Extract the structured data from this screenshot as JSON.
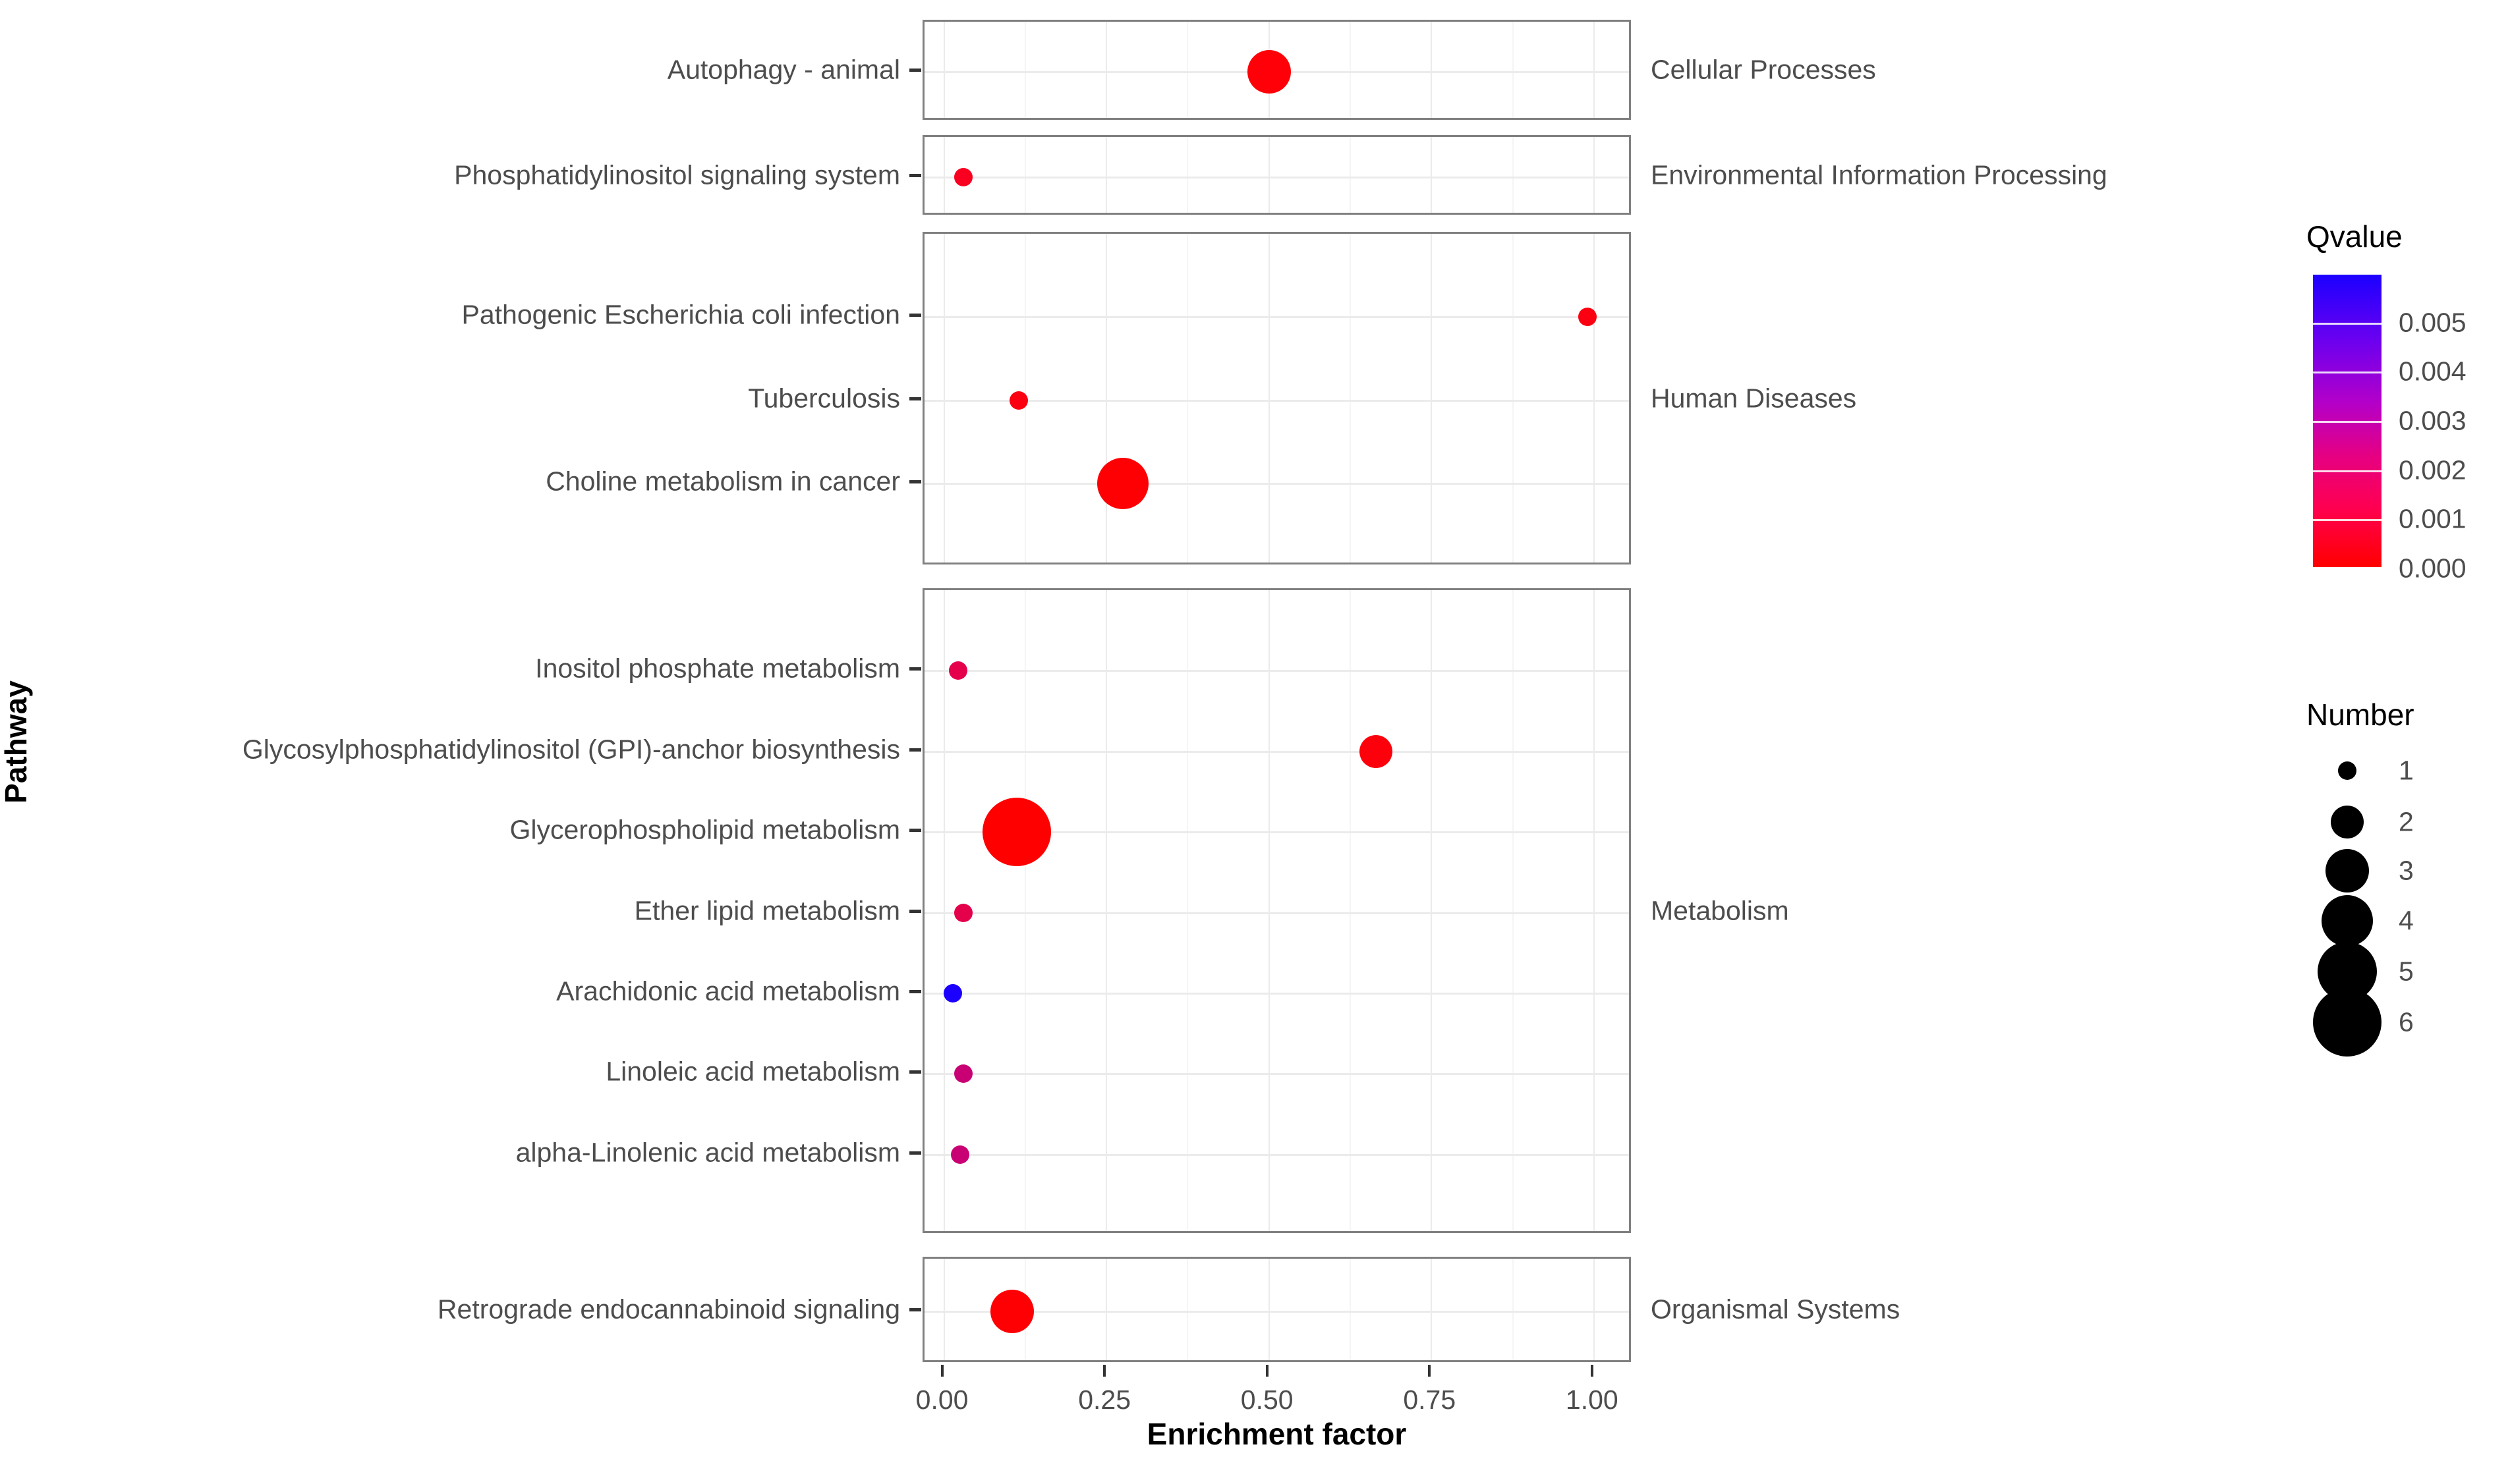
{
  "chart_data": {
    "type": "scatter",
    "title": "",
    "xlabel": "Enrichment factor",
    "ylabel": "Pathway",
    "xlim": [
      -0.03,
      1.06
    ],
    "xticks": [
      0.0,
      0.25,
      0.5,
      0.75,
      1.0
    ],
    "xticklabels": [
      "0.00",
      "0.25",
      "0.50",
      "0.75",
      "1.00"
    ],
    "grid": true,
    "legend_position": "right",
    "facet_variable": "KEGG class",
    "facets": [
      {
        "label": "Cellular Processes",
        "points": [
          {
            "pathway": "Autophagy - animal",
            "enrichment_factor": 0.5,
            "number": 3,
            "qvalue": 0.0002,
            "color": "#ff0008"
          }
        ]
      },
      {
        "label": "Environmental Information Processing",
        "points": [
          {
            "pathway": "Phosphatidylinositol signaling system",
            "enrichment_factor": 0.03,
            "number": 1,
            "qvalue": 0.0003,
            "color": "#fa0020"
          }
        ]
      },
      {
        "label": "Human Diseases",
        "points": [
          {
            "pathway": "Pathogenic Escherichia coli infection",
            "enrichment_factor": 0.99,
            "number": 1,
            "qvalue": 0.0002,
            "color": "#fb0010"
          },
          {
            "pathway": "Tuberculosis",
            "enrichment_factor": 0.115,
            "number": 1,
            "qvalue": 0.0002,
            "color": "#fb0010"
          },
          {
            "pathway": "Choline metabolism in cancer",
            "enrichment_factor": 0.275,
            "number": 4,
            "qvalue": 0.0001,
            "color": "#fe0004"
          }
        ]
      },
      {
        "label": "Metabolism",
        "points": [
          {
            "pathway": "Inositol phosphate metabolism",
            "enrichment_factor": 0.022,
            "number": 1,
            "qvalue": 0.0019,
            "color": "#e4004b"
          },
          {
            "pathway": "Glycosylphosphatidylinositol (GPI)-anchor biosynthesis",
            "enrichment_factor": 0.665,
            "number": 2,
            "qvalue": 0.0002,
            "color": "#fc000c"
          },
          {
            "pathway": "Glycerophospholipid metabolism",
            "enrichment_factor": 0.112,
            "number": 6,
            "qvalue": 0.0,
            "color": "#ff0000"
          },
          {
            "pathway": "Ether lipid metabolism",
            "enrichment_factor": 0.03,
            "number": 1,
            "qvalue": 0.0019,
            "color": "#e4004b"
          },
          {
            "pathway": "Arachidonic acid metabolism",
            "enrichment_factor": 0.014,
            "number": 1,
            "qvalue": 0.0055,
            "color": "#1b00ff"
          },
          {
            "pathway": "Linoleic acid metabolism",
            "enrichment_factor": 0.03,
            "number": 1,
            "qvalue": 0.003,
            "color": "#c90074"
          },
          {
            "pathway": "alpha-Linolenic acid metabolism",
            "enrichment_factor": 0.025,
            "number": 1,
            "qvalue": 0.003,
            "color": "#c90074"
          }
        ]
      },
      {
        "label": "Organismal Systems",
        "points": [
          {
            "pathway": "Retrograde endocannabinoid signaling",
            "enrichment_factor": 0.105,
            "number": 3,
            "qvalue": 0.0001,
            "color": "#fe0004"
          }
        ]
      }
    ],
    "color_legend": {
      "title": "Qvalue",
      "ticks": [
        0.005,
        0.004,
        0.003,
        0.002,
        0.001,
        0.0
      ],
      "ticklabels": [
        "0.005",
        "0.004",
        "0.003",
        "0.002",
        "0.001",
        "0.000"
      ],
      "low_color": "#ff0000",
      "high_color": "#1b00ff"
    },
    "size_legend": {
      "title": "Number",
      "values": [
        1,
        2,
        3,
        4,
        5,
        6
      ],
      "labels": [
        "1",
        "2",
        "3",
        "4",
        "5",
        "6"
      ]
    }
  },
  "axis": {
    "xlabel": "Enrichment factor",
    "ylabel": "Pathway"
  }
}
